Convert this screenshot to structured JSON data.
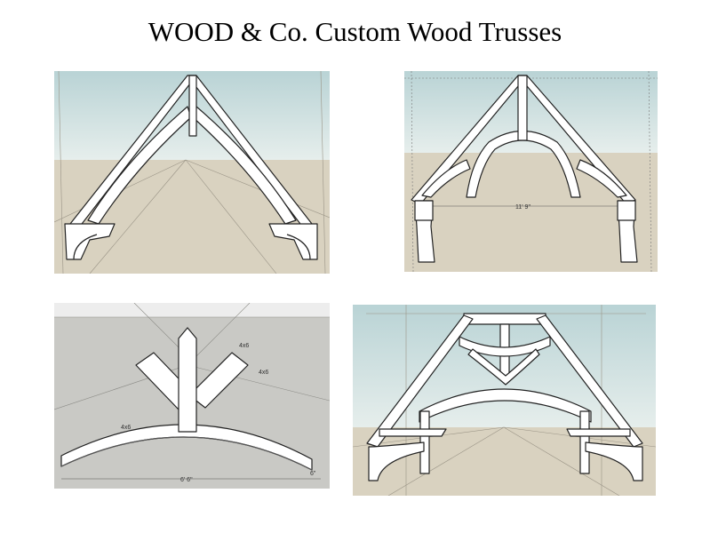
{
  "title": "WOOD & Co. Custom Wood Trusses",
  "panels": [
    {
      "name": "top-left-truss-view",
      "labels": []
    },
    {
      "name": "top-right-truss-view",
      "labels": {
        "span": "11' 9\""
      }
    },
    {
      "name": "bottom-left-truss-plan",
      "labels": {
        "member_a": "4x6",
        "member_b": "4x6",
        "member_c": "4x6",
        "span": "6' 6\"",
        "end": "6\""
      }
    },
    {
      "name": "bottom-right-truss-view",
      "labels": []
    }
  ],
  "colors": {
    "sky": "#cfe3e4",
    "ground": "#d9d2c0",
    "gray_plane": "#c9c9c5",
    "wood": "#ffffff",
    "outline": "#222222"
  }
}
